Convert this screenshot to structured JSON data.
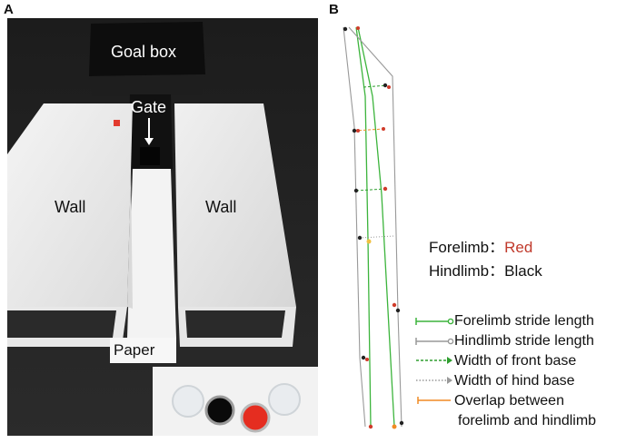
{
  "panel_a": {
    "letter": "A",
    "labels": {
      "goal_box": "Goal box",
      "gate": "Gate",
      "wall_left": "Wall",
      "wall_right": "Wall",
      "paper": "Paper"
    }
  },
  "panel_b": {
    "letter": "B",
    "forelimb": {
      "label": "Forelimb",
      "sep": "：",
      "value": "Red"
    },
    "hindlimb": {
      "label": "Hindlimb",
      "sep": "：",
      "value": "Black"
    },
    "legend": [
      {
        "label": "Forelimb stride length",
        "color": "#3cb43c",
        "style": "solid",
        "end": "circle"
      },
      {
        "label": "Hindlimb stride length",
        "color": "#999999",
        "style": "solid",
        "end": "circle"
      },
      {
        "label": "Width of front base",
        "color": "#2e9e2e",
        "style": "dashed",
        "end": "arrow"
      },
      {
        "label": "Width of hind base",
        "color": "#999999",
        "style": "dotted",
        "end": "arrow"
      },
      {
        "label": "Overlap between",
        "label2": "forelimb and hindlimb",
        "color": "#f08a24",
        "style": "solid",
        "end": "bar"
      }
    ],
    "colors": {
      "forelimb": "#d03b2a",
      "hindlimb": "#222222",
      "forelimb_line": "#3cb43c",
      "hindlimb_line": "#999999"
    }
  }
}
